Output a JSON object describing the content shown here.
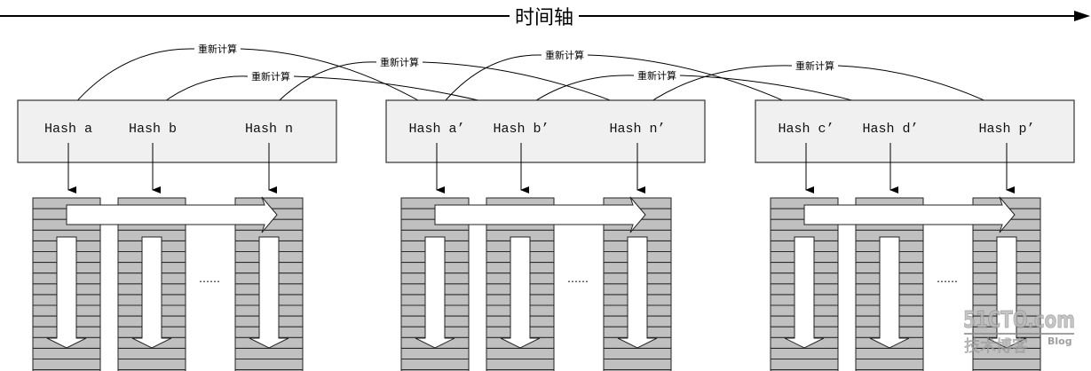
{
  "timeline": {
    "label": "时间轴"
  },
  "recalc_label": "重新计算",
  "ellipsis": "……",
  "groups": [
    {
      "keys": [
        "Hash a",
        "Hash b",
        "Hash n"
      ]
    },
    {
      "keys": [
        "Hash a’",
        "Hash b’",
        "Hash n’"
      ]
    },
    {
      "keys": [
        "Hash c’",
        "Hash d’",
        "Hash p’"
      ]
    }
  ],
  "recalc_links": [
    {
      "from": "Hash a",
      "to": "Hash a’",
      "label": "重新计算"
    },
    {
      "from": "Hash b",
      "to": "Hash b’",
      "label": "重新计算"
    },
    {
      "from": "Hash n",
      "to": "Hash n’",
      "label": "重新计算"
    },
    {
      "from": "Hash a’",
      "to": "Hash c’",
      "label": "重新计算"
    },
    {
      "from": "Hash b’",
      "to": "Hash d’",
      "label": "重新计算"
    },
    {
      "from": "Hash n’",
      "to": "Hash p’",
      "label": "重新计算"
    }
  ],
  "watermark": {
    "brand": "51CTO.com",
    "subtitle": "技术博客",
    "tag": "Blog"
  },
  "colors": {
    "bucket_fill": "#c0c0c0",
    "bucket_stripe": "#2a2a2a",
    "keybox_fill": "#f0f0f0",
    "line": "#000000"
  }
}
